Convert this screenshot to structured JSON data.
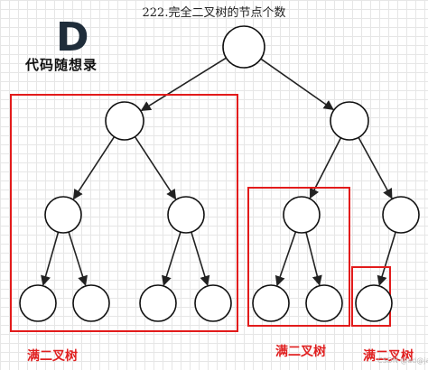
{
  "title": "222.完全二叉树的节点个数",
  "logo": {
    "letter": "D",
    "text": "代码随想录"
  },
  "nodes": [
    {
      "id": "n1"
    },
    {
      "id": "n2"
    },
    {
      "id": "n3"
    },
    {
      "id": "n4"
    },
    {
      "id": "n5"
    },
    {
      "id": "n6"
    },
    {
      "id": "n7"
    },
    {
      "id": "n8"
    },
    {
      "id": "n9"
    },
    {
      "id": "n10"
    },
    {
      "id": "n11"
    },
    {
      "id": "n12"
    },
    {
      "id": "n13"
    },
    {
      "id": "n14"
    }
  ],
  "edges": [
    [
      "n1",
      "n2"
    ],
    [
      "n1",
      "n3"
    ],
    [
      "n2",
      "n4"
    ],
    [
      "n2",
      "n5"
    ],
    [
      "n3",
      "n6"
    ],
    [
      "n3",
      "n7"
    ],
    [
      "n4",
      "n8"
    ],
    [
      "n4",
      "n9"
    ],
    [
      "n5",
      "n10"
    ],
    [
      "n5",
      "n11"
    ],
    [
      "n6",
      "n12"
    ],
    [
      "n6",
      "n13"
    ],
    [
      "n7",
      "n14"
    ]
  ],
  "groups": [
    {
      "id": "g1",
      "label": "满二叉树"
    },
    {
      "id": "g2",
      "label": "满二叉树"
    },
    {
      "id": "g3",
      "label": "满二叉树"
    }
  ],
  "watermark": "CSDN @ad@jaboll"
}
